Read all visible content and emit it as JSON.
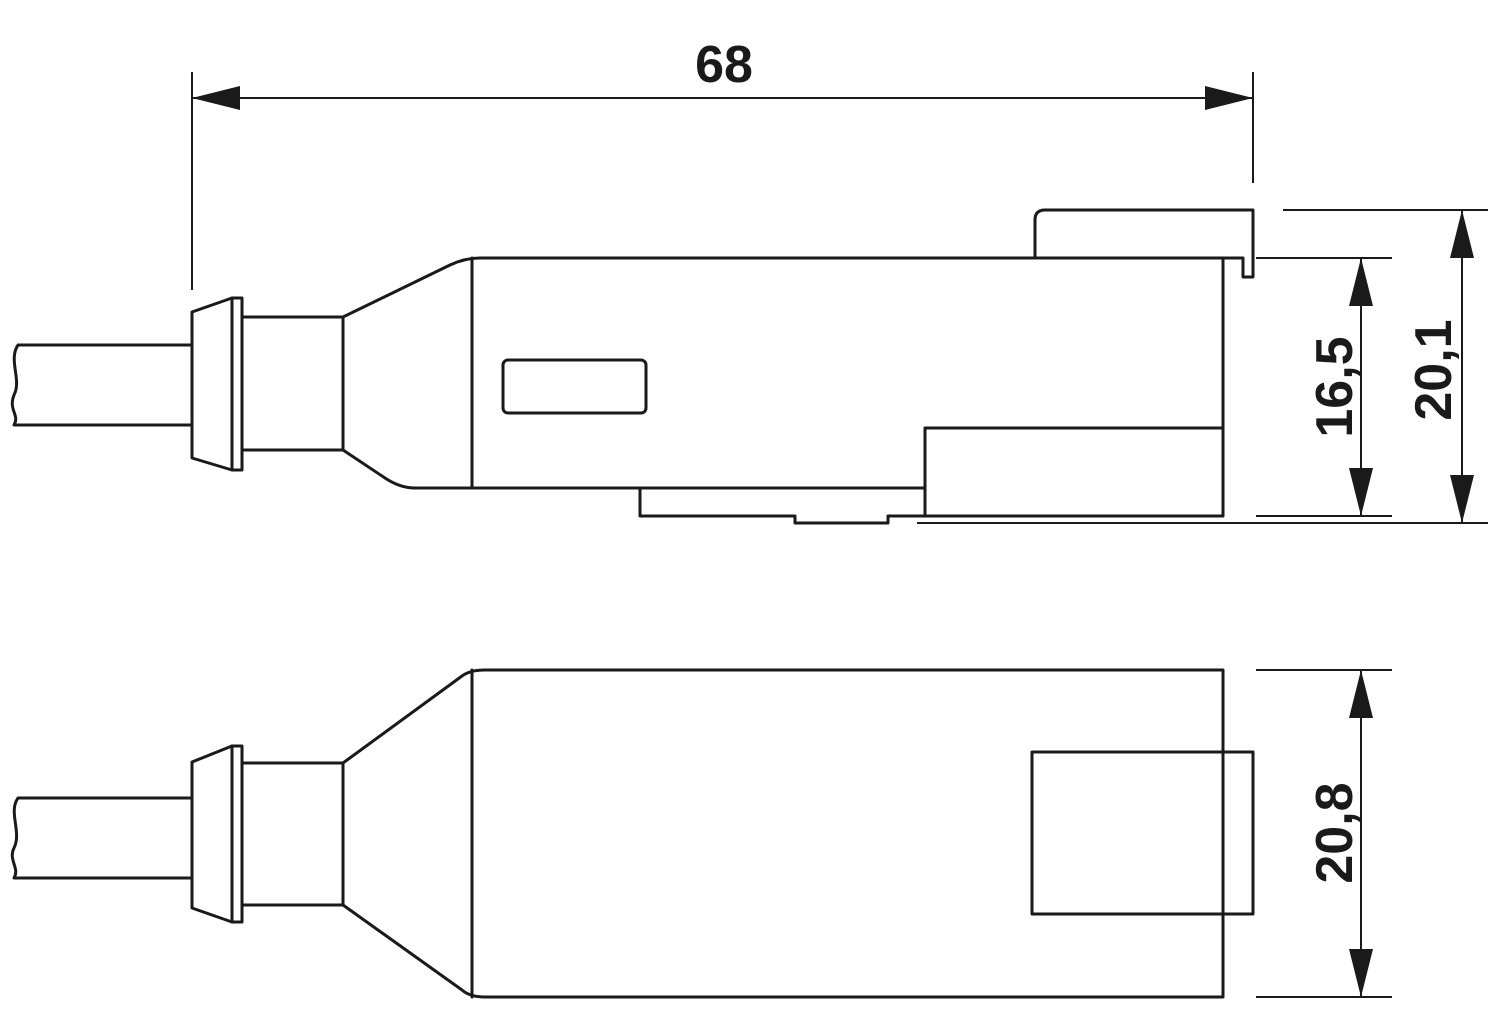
{
  "dimensions": {
    "overall_length": "68",
    "body_height": "16,5",
    "total_height": "20,1",
    "body_width": "20,8"
  }
}
